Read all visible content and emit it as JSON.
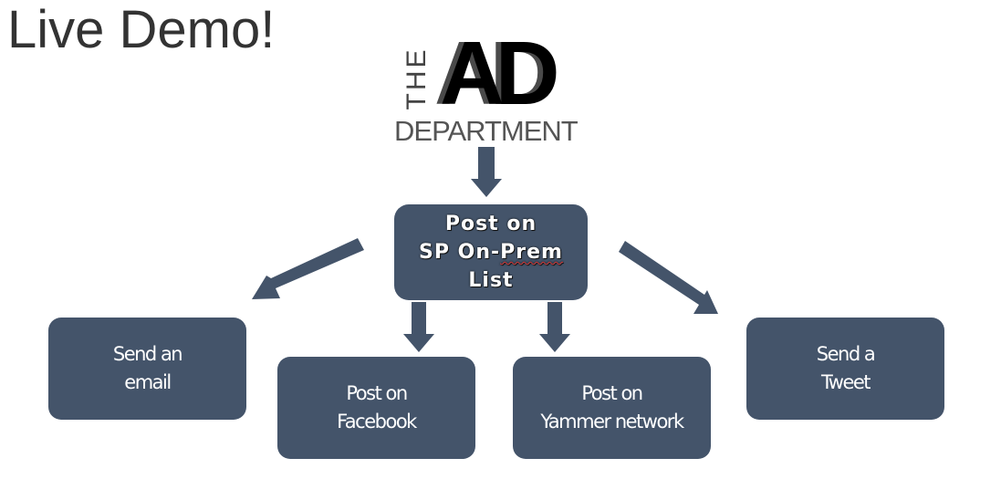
{
  "title": "Live Demo!",
  "logo": {
    "the": "THE",
    "ad": "AD",
    "department": "DEPARTMENT"
  },
  "nodes": {
    "main": {
      "line1": "Post on",
      "line2_pre": "SP On-",
      "line2_flagged": "Prem",
      "line3": "List"
    },
    "email": {
      "line1": "Send an",
      "line2": "email"
    },
    "facebook": {
      "line1": "Post on",
      "line2": "Facebook"
    },
    "yammer": {
      "line1": "Post on",
      "line2": "Yammer network"
    },
    "tweet": {
      "line1": "Send a",
      "line2": "Tweet"
    }
  },
  "colors": {
    "node_fill": "#44546a",
    "arrow_fill": "#44546a",
    "spell_check": "#d23a3a"
  }
}
